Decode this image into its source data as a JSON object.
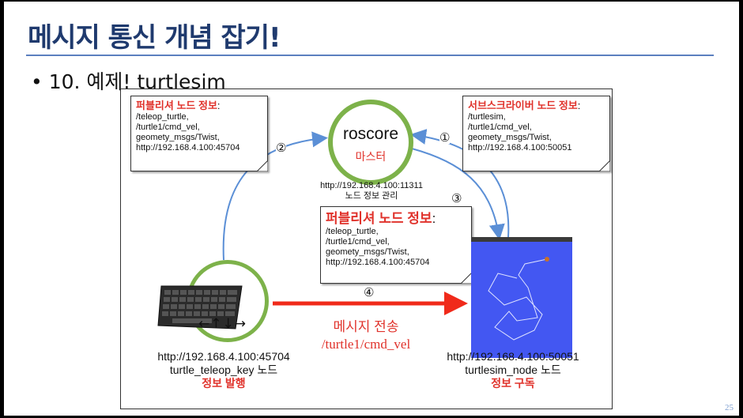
{
  "slide": {
    "title": "메시지 통신 개념 잡기!",
    "bullet": "• 10. 예제!  turtlesim",
    "page_number": "25"
  },
  "roscore": {
    "name": "roscore",
    "role": "마스터",
    "url": "http://192.168.4.100:11311",
    "desc": "노드 정보 관리"
  },
  "publisher_note_top": {
    "header": "퍼블리셔 노드 정보",
    "colon": ":",
    "lines": [
      "/teleop_turtle,",
      "/turtle1/cmd_vel,",
      "geomety_msgs/Twist,",
      "http://192.168.4.100:45704"
    ]
  },
  "subscriber_note": {
    "header": "서브스크라이버 노드 정보",
    "colon": ":",
    "lines": [
      "/turtlesim,",
      "/turtle1/cmd_vel,",
      "geomety_msgs/Twist,",
      "http://192.168.4.100:50051"
    ]
  },
  "publisher_note_mid": {
    "header": "퍼블리셔 노드 정보",
    "colon": ":",
    "lines": [
      "/teleop_turtle,",
      "/turtle1/cmd_vel,",
      "geomety_msgs/Twist,",
      "http://192.168.4.100:45704"
    ]
  },
  "steps": {
    "one": "①",
    "two": "②",
    "three": "③",
    "four": "④"
  },
  "teleop_node": {
    "arrows": "←↑↓→",
    "url": "http://192.168.4.100:45704",
    "name": "turtle_teleop_key 노드",
    "role": "정보 발행"
  },
  "turtlesim_node": {
    "url": "http://192.168.4.100:50051",
    "name": "turtlesim_node 노드",
    "role": "정보 구독"
  },
  "message": {
    "label": "메시지 전송",
    "topic": "/turtle1/cmd_vel"
  },
  "colors": {
    "title": "#1f3a6e",
    "accent_red": "#e0322b",
    "circle_green": "#7db24a",
    "arrow_blue": "#5b8fd6",
    "turtle_bg": "#4357f2"
  }
}
